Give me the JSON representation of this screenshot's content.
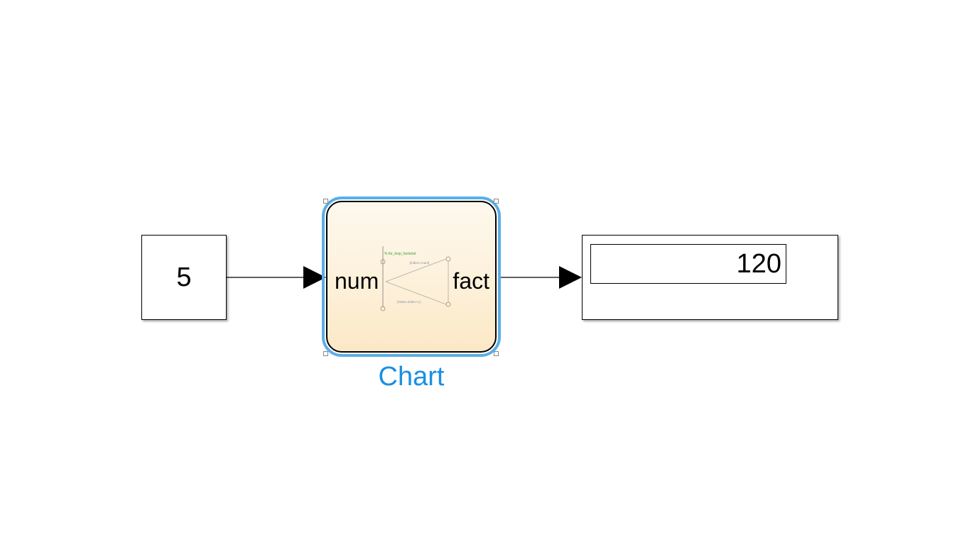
{
  "constant_block": {
    "value": "5"
  },
  "chart_block": {
    "name": "Chart",
    "input_port": "num",
    "output_port": "fact",
    "preview": {
      "comment": "% for_loop_factorial",
      "transition_top": "[index<=num]",
      "transition_bottom": "{index=index+1;}"
    }
  },
  "display_block": {
    "value": "120"
  },
  "colors": {
    "selection": "#5aaee8",
    "chart_name": "#1a8fe3",
    "chart_fill": "#fdf0d8"
  }
}
